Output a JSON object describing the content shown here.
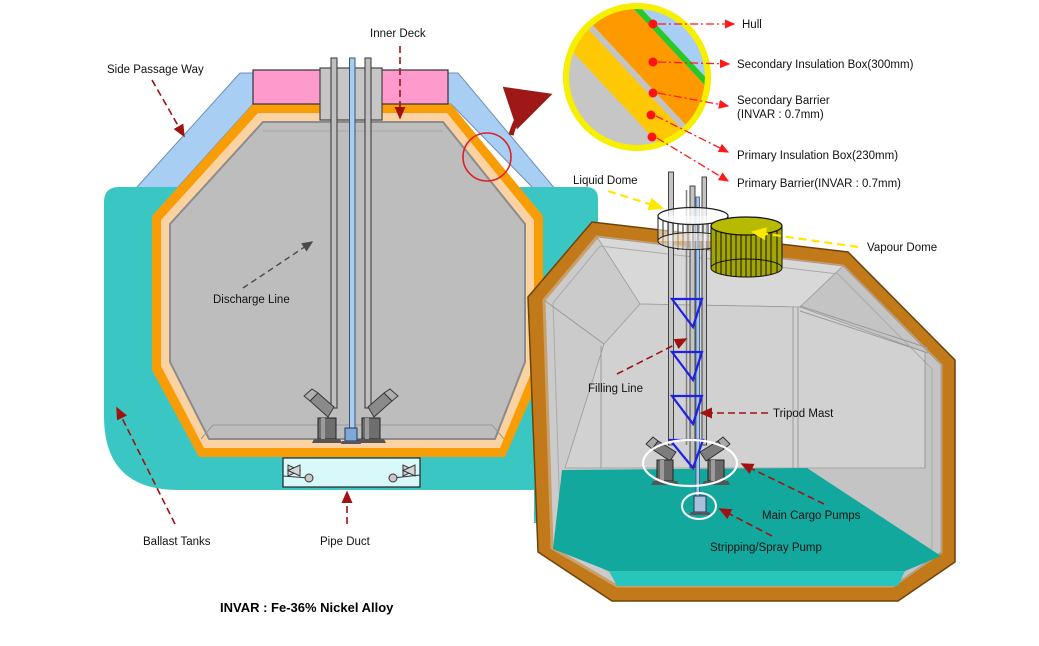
{
  "diagram": {
    "note": "INVAR : Fe-36% Nickel Alloy",
    "left_view": {
      "labels": {
        "side_passage_way": "Side Passage Way",
        "inner_deck": "Inner Deck",
        "discharge_line": "Discharge Line",
        "ballast_tanks": "Ballast Tanks",
        "pipe_duct": "Pipe Duct"
      }
    },
    "detail_view": {
      "labels": {
        "hull": "Hull",
        "secondary_insulation_box": "Secondary Insulation Box(300mm)",
        "secondary_barrier_line1": "Secondary Barrier",
        "secondary_barrier_line2": "(INVAR : 0.7mm)",
        "primary_insulation_box": "Primary Insulation Box(230mm)",
        "primary_barrier": "Primary Barrier(INVAR : 0.7mm)"
      }
    },
    "right_view": {
      "labels": {
        "liquid_dome": "Liquid Dome",
        "vapour_dome": "Vapour Dome",
        "filling_line": "Filling Line",
        "tripod_mast": "Tripod Mast",
        "main_cargo_pumps": "Main Cargo Pumps",
        "stripping_spray_pump": "Stripping/Spray Pump"
      }
    },
    "colors": {
      "ballast_teal": "#3AC7C3",
      "cargo_liquid_teal": "#12A89E",
      "passage_blue": "#A9CEF4",
      "insulation_orange": "#F99D07",
      "insulation_peach": "#FBD3A2",
      "tank_gray": "#BDBDBD",
      "inner_deck_pink": "#FF9ACC",
      "hull_green": "#28C828",
      "primary_box_yellow": "#FFC805",
      "tank_border_brown": "#C1791A",
      "vapour_dome_olive": "#A3A600",
      "annotation_red": "#FF1A1A",
      "leader_dark_red": "#A01212",
      "dome_arrow_yellow": "#FFE800"
    }
  }
}
